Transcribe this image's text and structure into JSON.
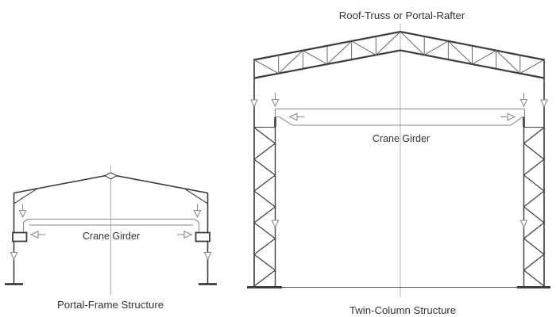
{
  "colors": {
    "background": "#ffffff",
    "line_dark": "#3d3d3d",
    "line_med": "#555555",
    "line_gray": "#8a8a8a",
    "line_center": "#9c9c9c",
    "text": "#333333"
  },
  "portal_frame": {
    "crane_girder_label": "Crane Girder",
    "caption": "Portal-Frame Structure"
  },
  "twin_column": {
    "title": "Roof-Truss or Portal-Rafter",
    "crane_girder_label": "Crane Girder",
    "caption": "Twin-Column Structure"
  }
}
